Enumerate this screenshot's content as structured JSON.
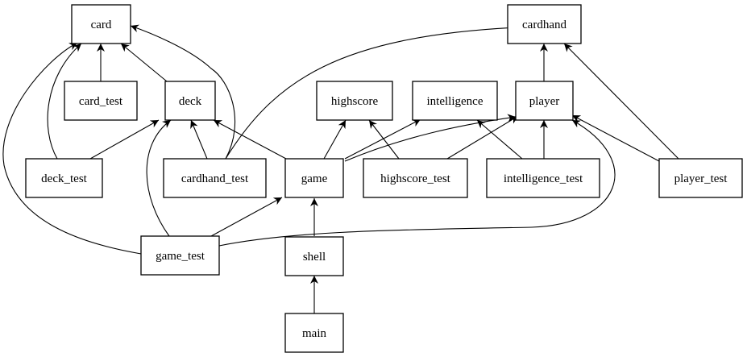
{
  "nodes": {
    "card": "card",
    "cardhand": "cardhand",
    "card_test": "card_test",
    "deck": "deck",
    "highscore": "highscore",
    "intelligence": "intelligence",
    "player": "player",
    "deck_test": "deck_test",
    "cardhand_test": "cardhand_test",
    "game": "game",
    "highscore_test": "highscore_test",
    "intelligence_test": "intelligence_test",
    "player_test": "player_test",
    "game_test": "game_test",
    "shell": "shell",
    "main": "main"
  },
  "edges": [
    {
      "from": "card_test",
      "to": "card"
    },
    {
      "from": "deck",
      "to": "card"
    },
    {
      "from": "deck_test",
      "to": "card"
    },
    {
      "from": "deck_test",
      "to": "deck"
    },
    {
      "from": "cardhand_test",
      "to": "card"
    },
    {
      "from": "cardhand_test",
      "to": "deck"
    },
    {
      "from": "cardhand_test",
      "to": "cardhand"
    },
    {
      "from": "game_test",
      "to": "card"
    },
    {
      "from": "game_test",
      "to": "deck"
    },
    {
      "from": "game_test",
      "to": "game"
    },
    {
      "from": "game_test",
      "to": "player"
    },
    {
      "from": "game",
      "to": "deck"
    },
    {
      "from": "game",
      "to": "highscore"
    },
    {
      "from": "game",
      "to": "intelligence"
    },
    {
      "from": "game",
      "to": "player"
    },
    {
      "from": "highscore_test",
      "to": "highscore"
    },
    {
      "from": "highscore_test",
      "to": "player"
    },
    {
      "from": "intelligence_test",
      "to": "intelligence"
    },
    {
      "from": "intelligence_test",
      "to": "player"
    },
    {
      "from": "player",
      "to": "cardhand"
    },
    {
      "from": "player_test",
      "to": "player"
    },
    {
      "from": "player_test",
      "to": "cardhand"
    },
    {
      "from": "shell",
      "to": "game"
    },
    {
      "from": "main",
      "to": "shell"
    }
  ]
}
